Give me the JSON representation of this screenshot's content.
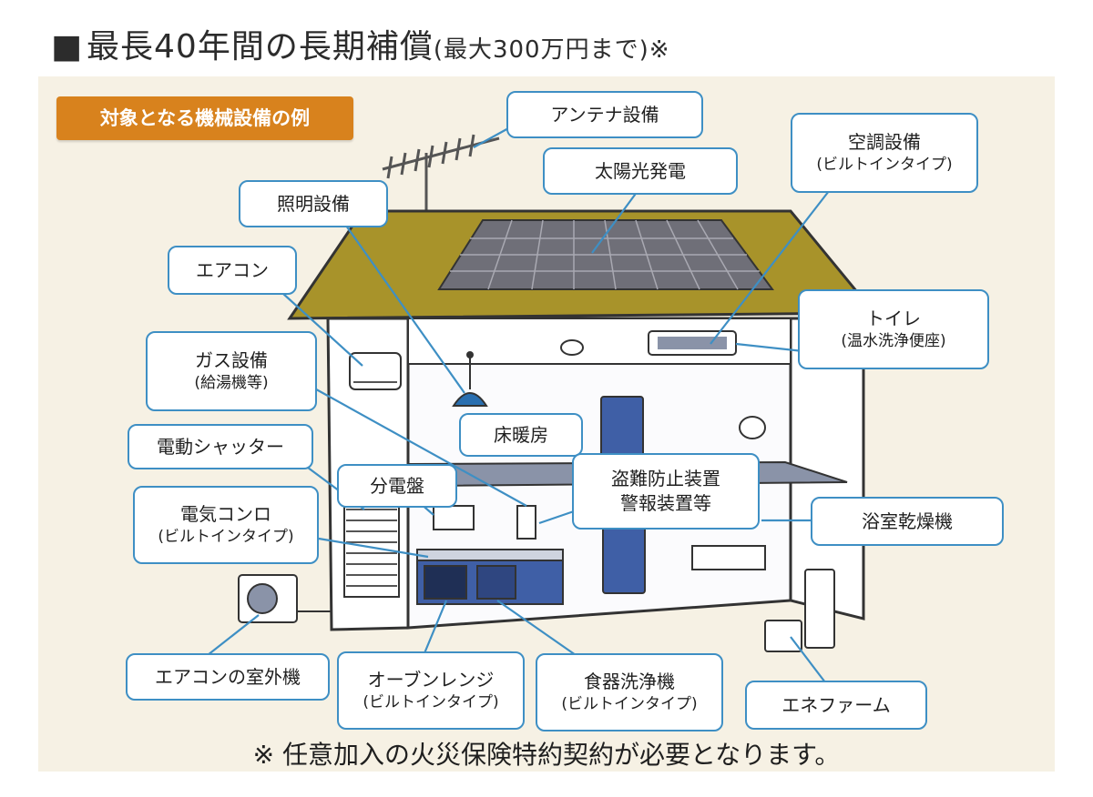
{
  "title": {
    "square": "■",
    "main": "最長40年間の長期補償",
    "sub": "(最大300万円まで)※"
  },
  "panel_tag": "対象となる機械設備の例",
  "labels": {
    "antenna": "アンテナ設備",
    "solar": "太陽光発電",
    "aircon_builtin": "空調設備",
    "builtin_type": "(ビルトインタイプ)",
    "lighting": "照明設備",
    "aircon": "エアコン",
    "toilet": "トイレ",
    "toilet_sub": "(温水洗浄便座)",
    "gas": "ガス設備",
    "gas_sub": "(給湯機等)",
    "floor_heating": "床暖房",
    "shutter": "電動シャッター",
    "distribution_board": "分電盤",
    "security_line1": "盗難防止装置",
    "security_line2": "警報装置等",
    "electric_stove": "電気コンロ",
    "bath_dryer": "浴室乾燥機",
    "aircon_outdoor": "エアコンの室外機",
    "oven": "オーブンレンジ",
    "dishwasher": "食器洗浄機",
    "enefarm": "エネファーム"
  },
  "footnote": "※ 任意加入の火災保険特約契約が必要となります。",
  "colors": {
    "accent_orange": "#d8821d",
    "label_border": "#3e8fc4",
    "roof": "#a8932a",
    "panel_bg": "#f6f1e4"
  }
}
